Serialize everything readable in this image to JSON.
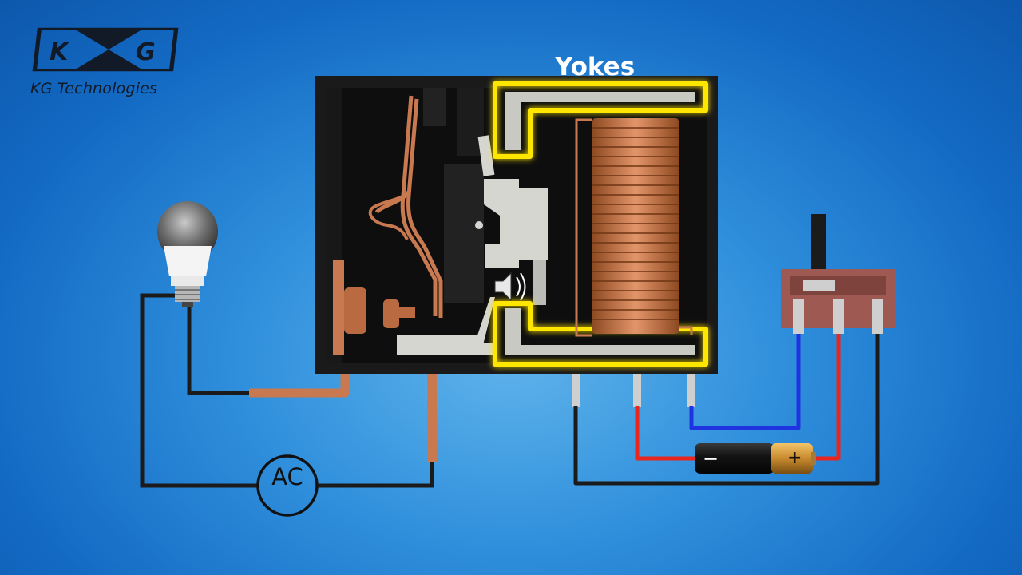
{
  "logo": {
    "letters_left": "K",
    "letters_right": "G",
    "name": "KG Technologies"
  },
  "labels": {
    "highlight": "Yokes",
    "ac_source": "AC",
    "battery_negative": "−",
    "battery_positive": "+"
  },
  "colors": {
    "background": "#2f8fdc",
    "copper": "#c8794f",
    "yoke_glow": "#ffe600",
    "wire_black": "#1b1b1b",
    "wire_red": "#e8261e",
    "wire_blue": "#1f34e0"
  },
  "icons": [
    "lightbulb-icon",
    "speaker-icon",
    "battery-icon",
    "slide-switch-icon"
  ]
}
